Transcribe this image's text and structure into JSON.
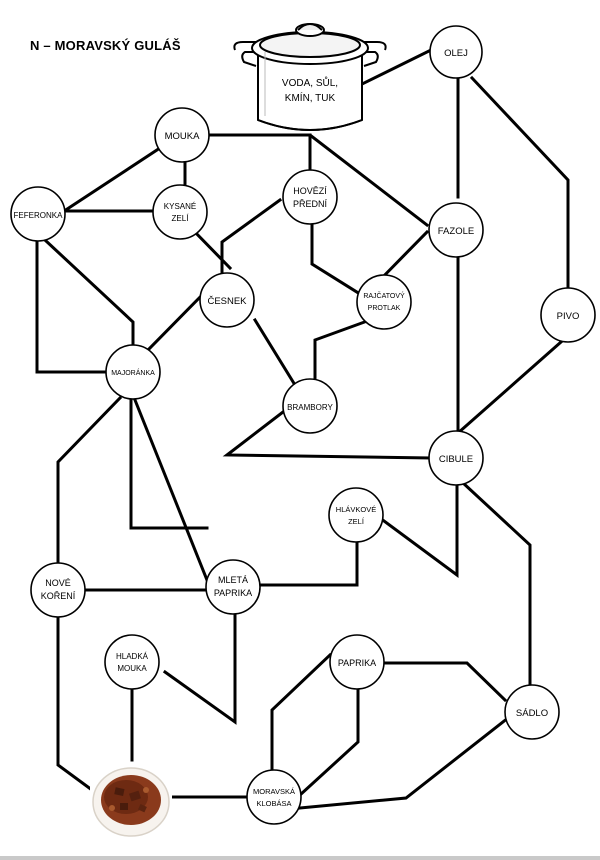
{
  "title": "N – MORAVSKÝ GULÁŠ",
  "pot": {
    "label_line1": "VODA, SŮL,",
    "label_line2": "KMÍN, TUK"
  },
  "nodes": {
    "olej": [
      "OLEJ"
    ],
    "mouka": [
      "MOUKA"
    ],
    "feferonka": [
      "FEFERONKA"
    ],
    "kysane_zeli": [
      "KYSANÉ",
      "ZELÍ"
    ],
    "hovezi_predni": [
      "HOVĚZÍ",
      "PŘEDNÍ"
    ],
    "fazole": [
      "FAZOLE"
    ],
    "cesnek": [
      "ČESNEK"
    ],
    "rajcatovy_protlak": [
      "RAJČATOVÝ",
      "PROTLAK"
    ],
    "pivo": [
      "PIVO"
    ],
    "majoranka": [
      "MAJORÁNKA"
    ],
    "brambory": [
      "BRAMBORY"
    ],
    "cibule": [
      "CIBULE"
    ],
    "hlavkove_zeli": [
      "HLÁVKOVÉ",
      "ZELÍ"
    ],
    "nove_koreni": [
      "NOVÉ",
      "KOŘENÍ"
    ],
    "mleta_paprika": [
      "MLETÁ",
      "PAPRIKA"
    ],
    "hladka_mouka": [
      "HLADKÁ",
      "MOUKA"
    ],
    "paprika": [
      "PAPRIKA"
    ],
    "sadlo": [
      "SÁDLO"
    ],
    "moravska_klobasa": [
      "MORAVSKÁ",
      "KLOBÁSA"
    ]
  }
}
